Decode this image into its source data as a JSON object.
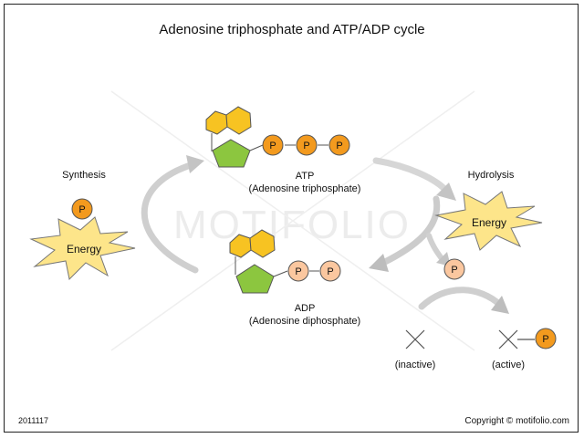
{
  "title": "Adenosine triphosphate and ATP/ADP cycle",
  "watermark": "MOTIFOLIO",
  "synthesis": {
    "label": "Synthesis",
    "energy_label": "Energy",
    "phosphate": "P"
  },
  "hydrolysis": {
    "label": "Hydrolysis",
    "energy_label": "Energy",
    "phosphate": "P"
  },
  "atp": {
    "name": "ATP",
    "full_name": "(Adenosine triphosphate)",
    "phosphates": [
      "P",
      "P",
      "P"
    ]
  },
  "adp": {
    "name": "ADP",
    "full_name": "(Adenosine diphosphate)",
    "phosphates": [
      "P",
      "P"
    ]
  },
  "protein": {
    "inactive_label": "(inactive)",
    "active_label": "(active)",
    "phosphate": "P"
  },
  "footer": {
    "code": "2011117",
    "copyright": "Copyright © motifolio.com"
  },
  "colors": {
    "phosphate_orange": "#f39a1e",
    "phosphate_peach": "#fbc79f",
    "adenine_yellow": "#f7c322",
    "ribose_green": "#8cc63f",
    "energy_yellow": "#fde58a",
    "arrow_gray": "#c8c8c8"
  }
}
